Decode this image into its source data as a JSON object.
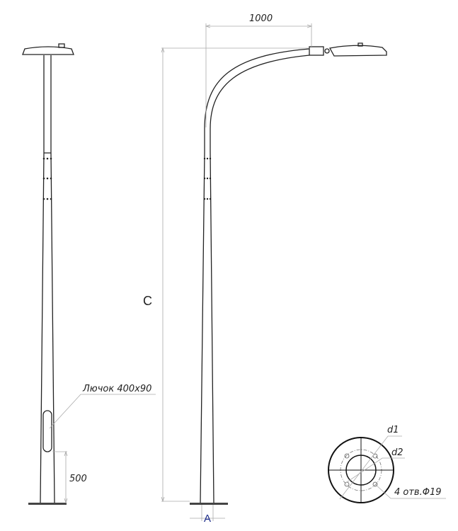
{
  "drawing": {
    "arm_reach_label": "1000",
    "height_label": "C",
    "base_width_label": "A",
    "hatch_label": "Лючок 400x90",
    "hatch_height_label": "500",
    "flange": {
      "outer_diameter_label": "d1",
      "bolt_circle_label": "d2",
      "holes_label": "4 отв.Φ19"
    }
  }
}
